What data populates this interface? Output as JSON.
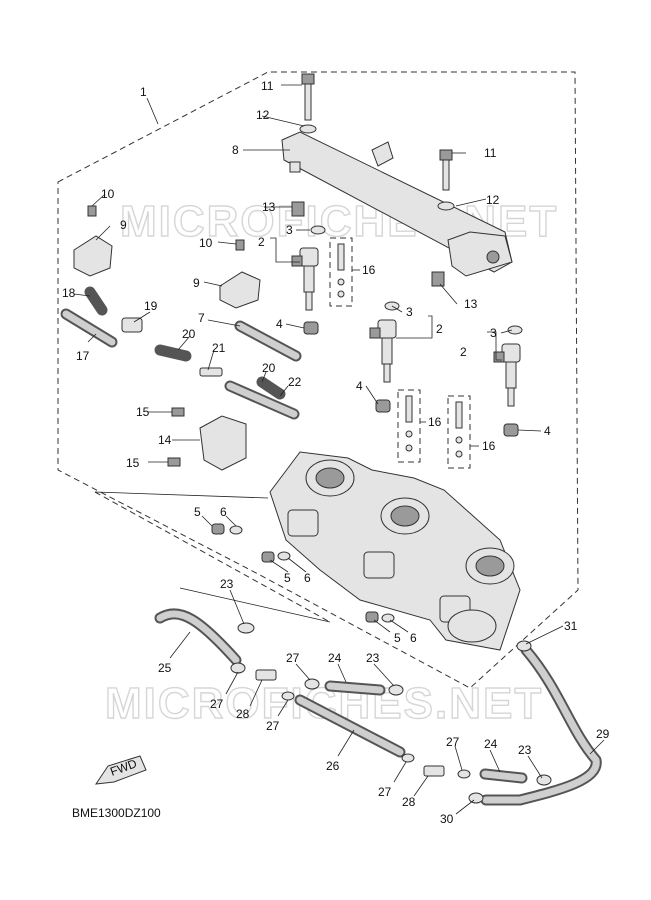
{
  "watermark_text": "MICROFICHES.NET",
  "diagram_code": "BME1300DZ100",
  "fwd_label": "FWD",
  "callouts": [
    "1",
    "2",
    "3",
    "4",
    "5",
    "6",
    "7",
    "8",
    "9",
    "10",
    "11",
    "12",
    "13",
    "14",
    "15",
    "16",
    "17",
    "18",
    "19",
    "20",
    "21",
    "22",
    "23",
    "24",
    "25",
    "26",
    "27",
    "28",
    "29",
    "30",
    "31"
  ]
}
